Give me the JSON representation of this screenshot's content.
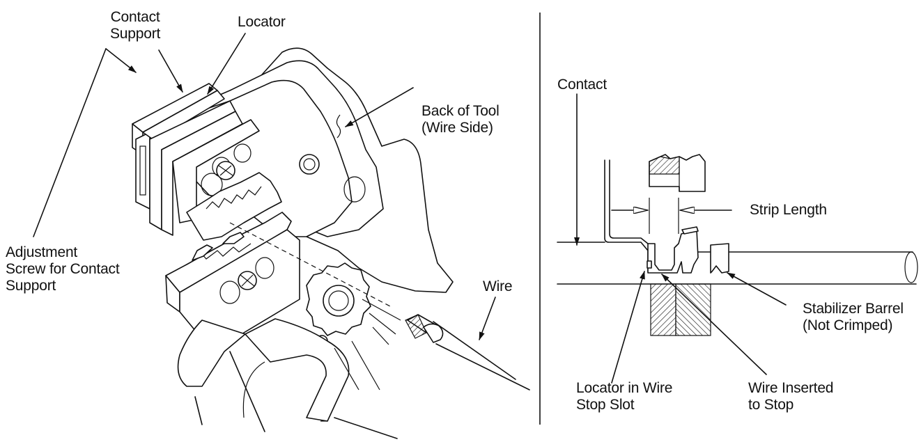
{
  "labels": {
    "contact_support": "Contact\nSupport",
    "locator": "Locator",
    "back_of_tool": "Back of Tool\n(Wire Side)",
    "adjustment_screw": "Adjustment\nScrew for Contact\nSupport",
    "wire": "Wire",
    "contact": "Contact",
    "strip_length": "Strip Length",
    "stabilizer_barrel": "Stabilizer Barrel\n(Not Crimped)",
    "locator_in_wire_stop_slot": "Locator in Wire\nStop Slot",
    "wire_inserted_to_stop": "Wire Inserted\nto Stop"
  }
}
